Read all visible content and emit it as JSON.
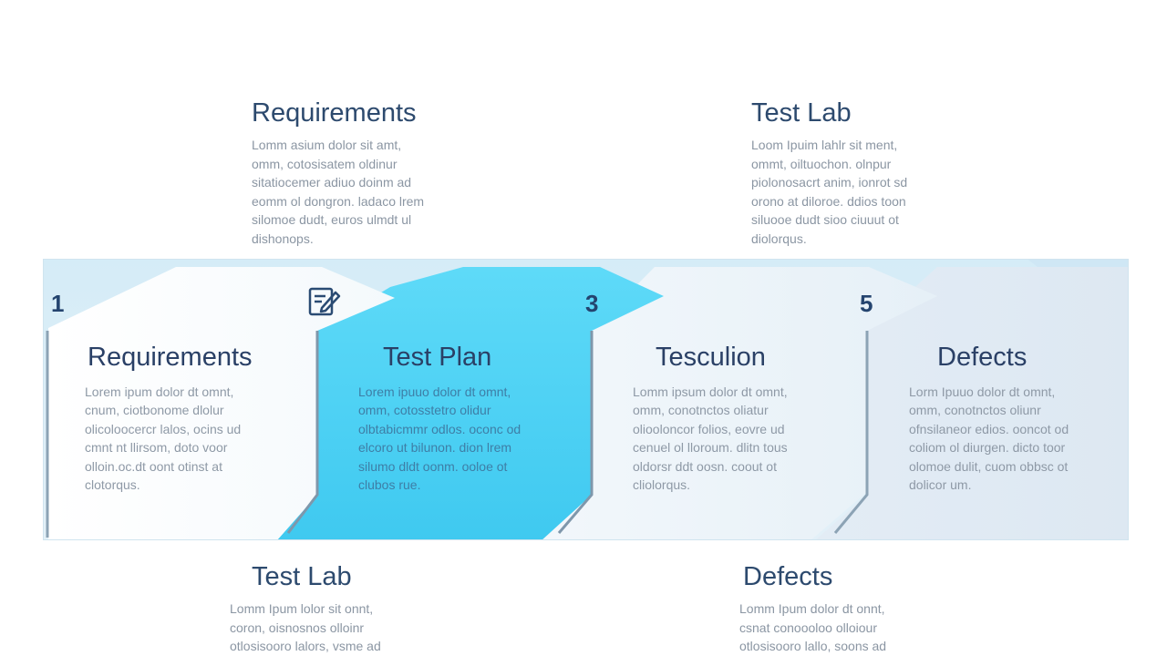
{
  "callouts": {
    "top_left": {
      "title": "Requirements",
      "body": "Lomm asium dolor sit amt,\nomm, cotosisatem oldinur\nsitatiocemer adiuo doinm ad\neomm ol dongron. ladaco lrem\nsilomoe dudt, euros ulmdt ul\ndishonops."
    },
    "top_right": {
      "title": "Test Lab",
      "body": "Loom Ipuim lahlr sit ment,\nommt, oiltuochon. olnpur\npiolonosacrt anim, ionrot sd\norono at diloroe. ddios toon\nsiluooe dudt sioo ciuuut ot\ndiolorqus."
    },
    "bottom_left": {
      "title": "Test Lab",
      "body": "Lomm Ipum lolor sit onnt,\ncoron, oisnosnos olloinr\notlosisooro lalors, vsme ad"
    },
    "bottom_right": {
      "title": "Defects",
      "body": "Lomm Ipum dolor dt onnt,\ncsnat conoooloo olloiour\notlosisooro lallo, soons ad"
    }
  },
  "steps": [
    {
      "number": "1",
      "title": "Requirements",
      "body": "Lorem ipum dolor dt omnt,\ncnum, ciotbonome dlolur\nolicoloocercr lalos, ocins ud\ncmnt nt llirsom, doto voor\nolloin.oc.dt oont otinst at\nclotorqus."
    },
    {
      "number": "",
      "title": "Test Plan",
      "body": "Lorem ipuuo dolor dt omnt,\nomm, cotosstetro olidur\nolbtabicmmr odlos. oconc od\nelcoro ut bilunon. dion lrem\nsilumo dldt oonm. ooloe ot\nclubos rue."
    },
    {
      "number": "3",
      "title": "Tesculion",
      "body": "Lomm ipsum dolor dt omnt,\nomm, conotnctos oliatur\noliooloncor folios, eovre ud\ncenuel ol lloroum. dlitn tous\noldorsr ddt oosn. coout ot\ncliolorqus."
    },
    {
      "number": "5",
      "title": "Defects",
      "body": "Lorm Ipuuo dolor dt omnt,\nomm, conotnctos oliunr\nofnsilaneor edios. ooncot od\ncoliom ol diurgen. dicto toor\nolomoe dulit, cuom obbsc ot\ndolicor um."
    }
  ],
  "icons": {
    "step2": "edit-document-icon"
  },
  "colors": {
    "accent": "#5ad6f5",
    "title": "#2a4066",
    "band": "#d5ecf7"
  }
}
